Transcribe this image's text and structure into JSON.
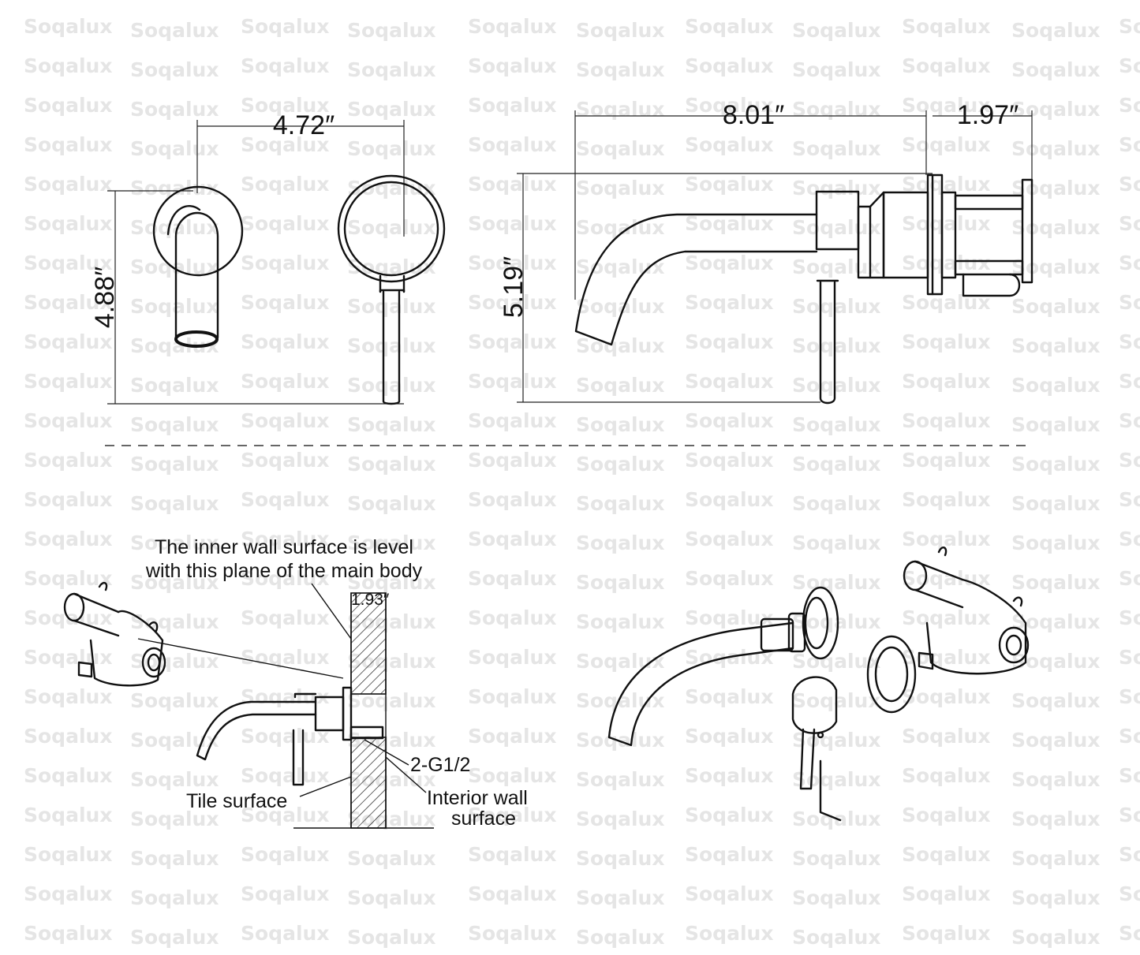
{
  "watermark": "Soqalux",
  "dimensions": {
    "front_width": "4.72″",
    "front_height": "4.88″",
    "side_length": "8.01″",
    "side_depth": "1.97″",
    "side_height": "5.19″",
    "wall_thickness": "1.93″"
  },
  "labels": {
    "inner_wall_line1": "The inner wall surface is level",
    "inner_wall_line2": "with this plane of the main body",
    "thread": "2-G1/2",
    "tile_surface": "Tile surface",
    "interior_wall_line1": "Interior wall",
    "interior_wall_line2": "surface"
  },
  "colors": {
    "line": "#111111",
    "watermark": "#e5e5e5",
    "background": "#ffffff"
  }
}
